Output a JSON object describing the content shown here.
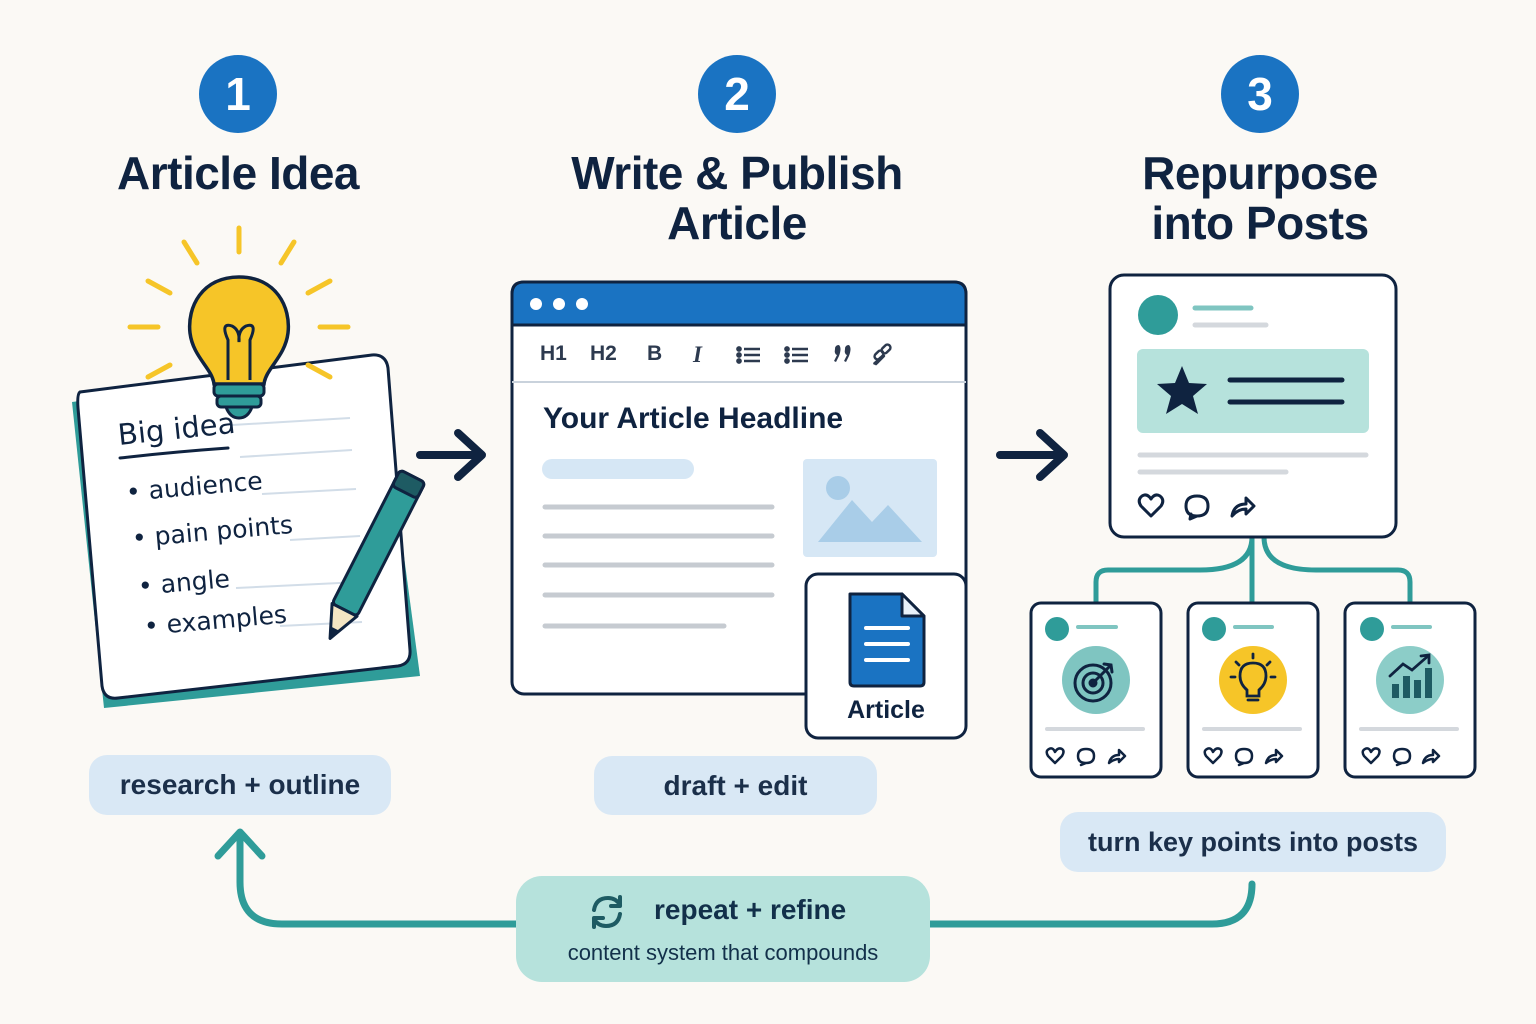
{
  "steps": [
    {
      "number": "1",
      "title": "Article Idea",
      "caption": "research + outline"
    },
    {
      "number": "2",
      "title_line1": "Write & Publish",
      "title_line2": "Article",
      "caption": "draft + edit"
    },
    {
      "number": "3",
      "title_line1": "Repurpose",
      "title_line2": "into Posts",
      "caption": "turn key points into posts"
    }
  ],
  "notepad": {
    "heading": "Big idea",
    "bullets": [
      "• audience",
      "• pain points",
      "• angle",
      "• examples"
    ]
  },
  "editor": {
    "toolbar": [
      "H1",
      "H2",
      "B",
      "I",
      "bulleted-list-icon",
      "numbered-list-icon",
      "quote-icon",
      "link-icon"
    ],
    "toolbar_labels": {
      "h1": "H1",
      "h2": "H2",
      "bold": "B",
      "italic": "I"
    },
    "headline": "Your Article Headline",
    "doc_label": "Article"
  },
  "loop": {
    "title": "repeat + refine",
    "subtitle": "content system that compounds"
  },
  "colors": {
    "blue": "#1a73c2",
    "navy": "#0f2340",
    "teal": "#2f9c99",
    "mint": "#b6e2dc",
    "pale_blue": "#d9e8f5",
    "yellow": "#f6c528"
  },
  "icons": [
    "lightbulb-icon",
    "pencil-icon",
    "star-icon",
    "heart-icon",
    "comment-icon",
    "share-icon",
    "target-icon",
    "bulb-small-icon",
    "chart-up-icon",
    "document-icon",
    "image-placeholder-icon",
    "refresh-icon",
    "arrow-right-icon"
  ]
}
